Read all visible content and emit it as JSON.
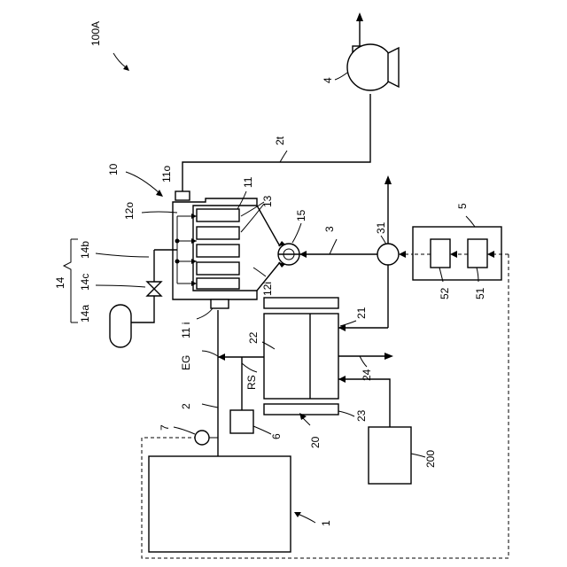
{
  "figure": {
    "system_label": "100A",
    "labels": {
      "engine": "1",
      "exhaust_pipe": "2",
      "exhaust_gas": "EG",
      "fuel_pipe": "3",
      "exhaust_outlet_pipe": "2t",
      "turbine": "4",
      "controller": "5",
      "controller_unit_a": "51",
      "controller_unit_b": "52",
      "reformed_fuel_tank": "6",
      "reformed_fuel_flow": "RS",
      "sensor": "7",
      "reformer": "10",
      "outlet_port": "11o",
      "inlet_port": "11 i",
      "catalyst_channel": "11",
      "exhaust_outlet_chamber": "12o",
      "exhaust_inlet_chamber": "12i",
      "fins": "13",
      "valve": "15",
      "supply_system": "14",
      "supply_line": "14b",
      "supply_valve": "14c",
      "gas_tank": "14a",
      "fuel_unit": "20",
      "fuel_block": "21",
      "cell_main": "22",
      "cell_bottom": "23",
      "fuel_outlet": "24",
      "mixer": "31",
      "fuel_source": "200"
    }
  }
}
